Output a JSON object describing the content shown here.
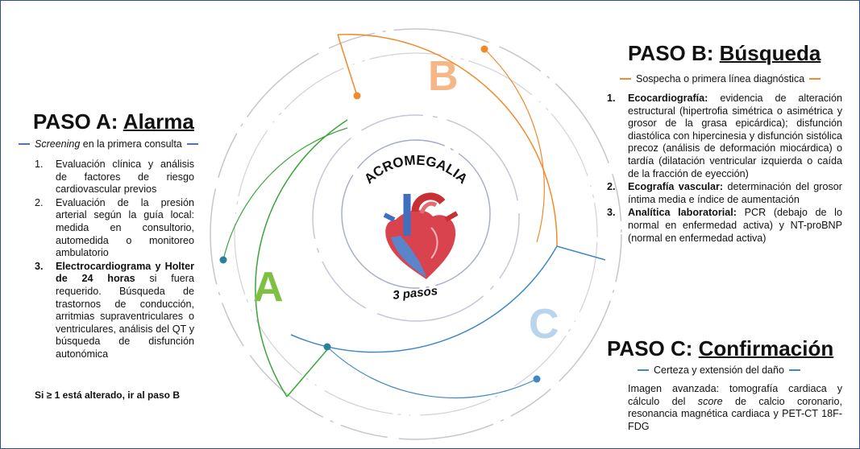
{
  "colors": {
    "step_a": "#3aa53a",
    "step_b": "#f08a2a",
    "step_c": "#3f88c5",
    "letter_b": "#f6b787",
    "letter_c": "#b9d5ee",
    "gray_arc": "#b5b5bd",
    "frame": "#2f4f8a"
  },
  "center": {
    "title": "ACROMEGALIA",
    "subtitle": "3 pasos",
    "icon": "heart-icon"
  },
  "step_a": {
    "letter": "A",
    "title_prefix": "PASO A: ",
    "title_word": "Alarma",
    "subtitle_em": "Screening",
    "subtitle_rest": " en la primera consulta",
    "items": [
      {
        "num": "1.",
        "text": "Evaluación clínica y análisis de factores de riesgo cardiovascular previos",
        "bold": ""
      },
      {
        "num": "2.",
        "text": "Evaluación de la presión arterial según la guía local: medida en consultorio, automedida o monitoreo ambulatorio",
        "bold": ""
      },
      {
        "num": "3.",
        "bold": "Electrocardiograma y Holter de 24 horas",
        "text": " si fuera requerido. Búsqueda de trastornos de conducción, arritmias supraventriculares o ventriculares, análisis del QT y búsqueda de disfunción autonómica"
      }
    ],
    "note": "Si ≥ 1 está alterado, ir al paso B"
  },
  "step_b": {
    "letter": "B",
    "title_prefix": "PASO B: ",
    "title_word": "Búsqueda",
    "subtitle": "Sospecha o primera línea diagnóstica",
    "items": [
      {
        "num": "1.",
        "bold": "Ecocardiografía:",
        "text": " evidencia de alteración estructural (hipertrofia simétrica o asimétrica y grosor de la grasa epicárdica); disfunción diastólica con hipercinesia y disfunción sistólica precoz (análisis de deformación miocárdica) o tardía (dilatación ventricular izquierda o caída de la fracción de eyección)"
      },
      {
        "num": "2.",
        "bold": "Ecografía vascular:",
        "text": " determinación del grosor íntima media e índice de aumentación"
      },
      {
        "num": "3.",
        "bold": "Analítica laboratorial:",
        "text": " PCR (debajo de lo normal en enfermedad activa) y NT-proBNP (normal en enfermedad activa)"
      }
    ]
  },
  "step_c": {
    "letter": "C",
    "title_prefix": "PASO C: ",
    "title_word": "Confirmación",
    "subtitle": "Certeza y extensión del daño",
    "paragraph_pre": "Imagen avanzada: tomografía cardiaca y cálculo del ",
    "paragraph_em": "score",
    "paragraph_post": " de calcio coronario, resonancia magnética cardiaca y PET-CT 18F-FDG"
  }
}
